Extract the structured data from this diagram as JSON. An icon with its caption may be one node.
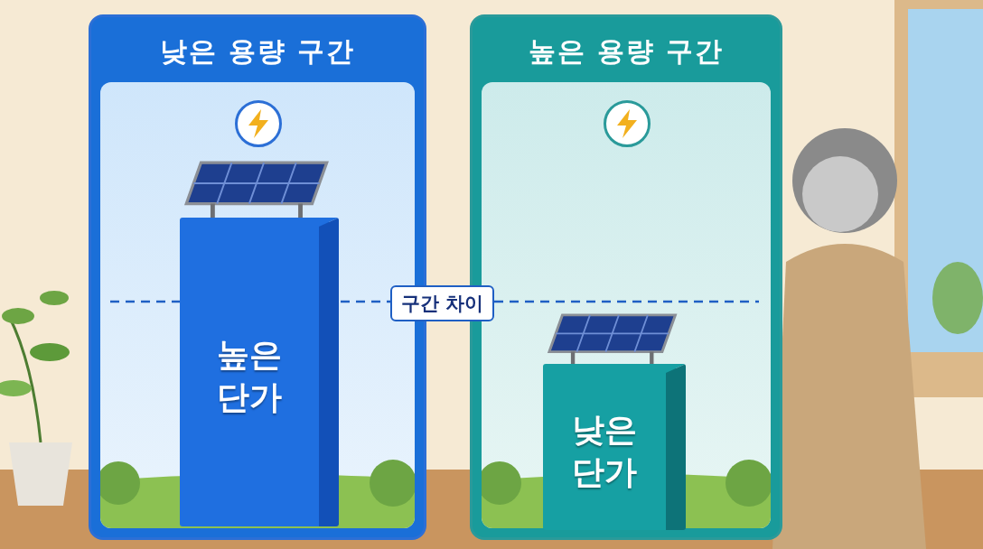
{
  "diagram": {
    "nodes": [
      {
        "text": [
          "낮은 용량 구간"
        ]
      },
      {
        "text": [
          "높은 단가"
        ],
        "in": 0
      },
      {
        "text": [
          "높은 용량 구간"
        ]
      },
      {
        "text": [
          "낮은 단가"
        ],
        "in": 2
      }
    ],
    "labels": [
      "구간 차이"
    ]
  }
}
